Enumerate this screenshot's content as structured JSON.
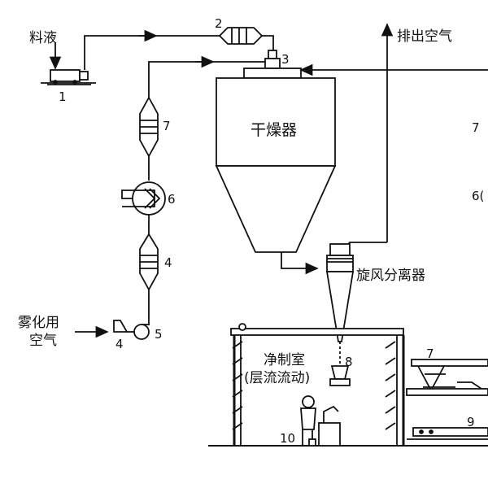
{
  "labels": {
    "feed_liquid": "料液",
    "exhaust_air": "排出空气",
    "dryer": "干燥器",
    "cyclone": "旋风分离器",
    "atomizing_air_line1": "雾化用",
    "atomizing_air_line2": "空气",
    "clean_room_line1": "净制室",
    "clean_room_line2": "(层流流动)"
  },
  "numbers": {
    "n1": "1",
    "n2": "2",
    "n3": "3",
    "n4a": "4",
    "n4b": "4",
    "n5": "5",
    "n6": "6",
    "n7a": "7",
    "n7b": "7",
    "n7c": "7",
    "n6c": "6(",
    "n8": "8",
    "n9": "9",
    "n10": "10"
  }
}
